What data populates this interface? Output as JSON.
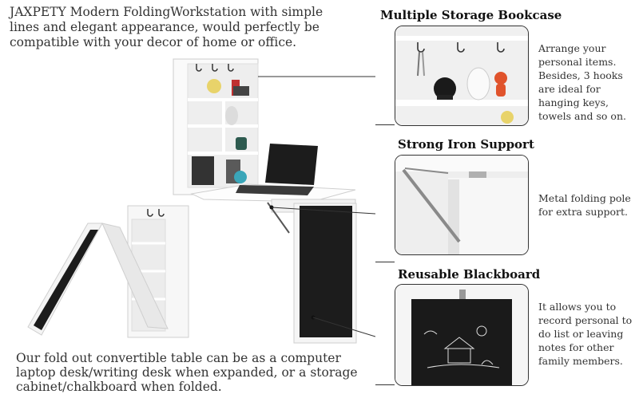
{
  "intro": {
    "text": "JAXPETY Modern FoldingWorkstation with simple lines and elegant appearance, would perfectly be compatible with your decor of home or office."
  },
  "footer": {
    "text": "Our fold out convertible table can be as a computer laptop desk/writing desk when expanded, or a storage cabinet/chalkboard when folded."
  },
  "features": [
    {
      "title": "Multiple Storage Bookcase",
      "description": "Arrange your personal items. Besides, 3 hooks are ideal for hanging keys, towels and so on."
    },
    {
      "title": "Strong Iron Support",
      "description": "Metal folding pole for extra support."
    },
    {
      "title": "Reusable Blackboard",
      "description": "It allows you to record personal to do list or leaving notes for other family members."
    }
  ],
  "colors": {
    "cabinet": "#f7f7f7",
    "blackboard": "#1c1c1c",
    "outline": "#333333"
  }
}
